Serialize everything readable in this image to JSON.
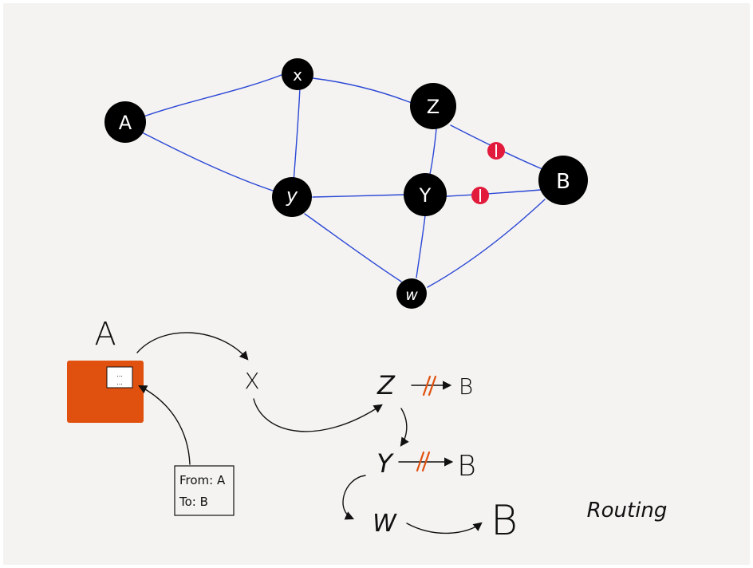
{
  "colors": {
    "paper": "#f4f3f1",
    "node": "#000000",
    "edge": "#2b47d6",
    "blocked": "#e21b3c",
    "package": "#e0510f",
    "ink": "#111111"
  },
  "network": {
    "nodes": {
      "A": "A",
      "X": "x",
      "Z": "Z",
      "B": "B",
      "LY": "y",
      "Y": "Y",
      "W": "w"
    }
  },
  "routing": {
    "sender": "A",
    "packet_stamp_line1": "...",
    "packet_stamp_line2": "...",
    "label_from": "From: A",
    "label_to": "To: B",
    "hop_x": "X",
    "hop_z": "Z",
    "hop_z_target": "B",
    "hop_y": "Y",
    "hop_y_target": "B",
    "hop_w": "W",
    "destination": "B",
    "title": "Routing"
  }
}
